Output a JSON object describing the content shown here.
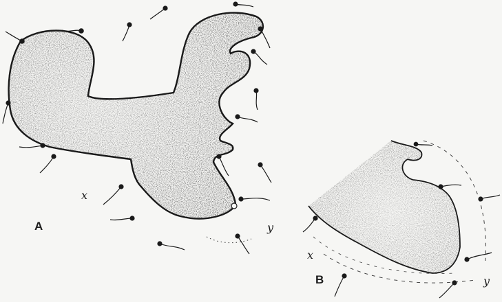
{
  "figure": {
    "labels": {
      "panel_a": "A",
      "panel_b": "B",
      "a_x": "x",
      "a_y": "y",
      "b_x": "x",
      "b_y": "y"
    },
    "colors": {
      "ink": "#1a1a1a",
      "stipple": "#2a2a2a",
      "background": "#f6f6f4"
    }
  }
}
